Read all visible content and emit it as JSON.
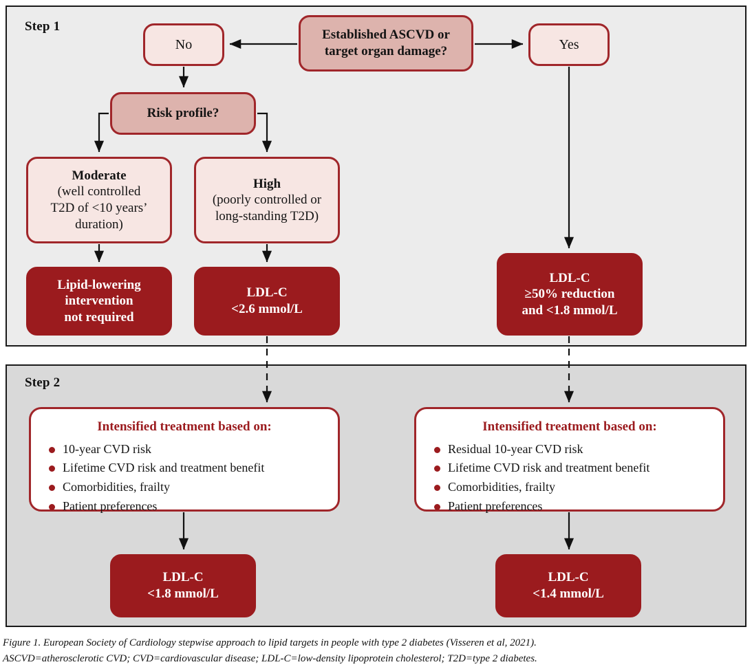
{
  "figure": {
    "caption_line1": "Figure 1. European Society of Cardiology stepwise approach to lipid targets in people with type 2 diabetes (Visseren et al, 2021).",
    "caption_line2": "ASCVD=atherosclerotic CVD; CVD=cardiovascular disease; LDL-C=low-density lipoprotein cholesterol; T2D=type 2 diabetes."
  },
  "colors": {
    "dark_red": "#9b1b1e",
    "border_red": "#a0262a",
    "light_pink": "#f7e6e3",
    "dusty_rose": "#ddb3ad",
    "panel_step1_bg": "#ececec",
    "panel_step2_bg": "#d9d9d9",
    "frame": "#1a1a1a",
    "white": "#ffffff"
  },
  "step1": {
    "label": "Step 1",
    "question": {
      "line1": "Established ASCVD or",
      "line2": "target organ damage?"
    },
    "answer_no": "No",
    "answer_yes": "Yes",
    "risk_question": "Risk profile?",
    "moderate": {
      "title": "Moderate",
      "line1": "(well controlled",
      "line2": "T2D of <10 years’",
      "line3": "duration)"
    },
    "high": {
      "title": "High",
      "line1": "(poorly controlled or",
      "line2": "long-standing T2D)"
    },
    "outcome_none": {
      "line1": "Lipid-lowering",
      "line2": "intervention",
      "line3": "not required"
    },
    "outcome_26": {
      "line1": "LDL-C",
      "line2": "<2.6 mmol/L"
    },
    "outcome_ascvd": {
      "line1": "LDL-C",
      "line2": "≥50% reduction",
      "line3": "and <1.8 mmol/L"
    }
  },
  "step2": {
    "label": "Step 2",
    "left_panel": {
      "heading": "Intensified treatment based on:",
      "bullets": [
        "10-year CVD risk",
        "Lifetime CVD risk and treatment benefit",
        "Comorbidities, frailty",
        "Patient preferences"
      ]
    },
    "right_panel": {
      "heading": "Intensified treatment based on:",
      "bullets": [
        "Residual 10-year CVD risk",
        "Lifetime CVD risk and treatment benefit",
        "Comorbidities, frailty",
        "Patient preferences"
      ]
    },
    "outcome_left": {
      "line1": "LDL-C",
      "line2": "<1.8 mmol/L"
    },
    "outcome_right": {
      "line1": "LDL-C",
      "line2": "<1.4 mmol/L"
    }
  },
  "chart_data": {
    "type": "flowchart",
    "title": "ESC stepwise approach to lipid targets in type 2 diabetes",
    "nodes": [
      {
        "id": "q-ascvd",
        "label": "Established ASCVD or target organ damage?",
        "shape": "rounded",
        "style": "dusty-rose",
        "step": 1
      },
      {
        "id": "a-no",
        "label": "No",
        "shape": "rounded",
        "style": "light-pink",
        "step": 1
      },
      {
        "id": "a-yes",
        "label": "Yes",
        "shape": "rounded",
        "style": "light-pink",
        "step": 1
      },
      {
        "id": "q-risk",
        "label": "Risk profile?",
        "shape": "rounded",
        "style": "dusty-rose",
        "step": 1
      },
      {
        "id": "r-moderate",
        "label": "Moderate (well controlled T2D of <10 years’ duration)",
        "shape": "rounded",
        "style": "light-pink",
        "step": 1
      },
      {
        "id": "r-high",
        "label": "High (poorly controlled or long-standing T2D)",
        "shape": "rounded",
        "style": "light-pink",
        "step": 1
      },
      {
        "id": "o-none",
        "label": "Lipid-lowering intervention not required",
        "shape": "rounded",
        "style": "dark-red",
        "step": 1
      },
      {
        "id": "o-26",
        "label": "LDL-C <2.6 mmol/L",
        "shape": "rounded",
        "style": "dark-red",
        "step": 1
      },
      {
        "id": "o-ascvd",
        "label": "LDL-C ≥50% reduction and <1.8 mmol/L",
        "shape": "rounded",
        "style": "dark-red",
        "step": 1
      },
      {
        "id": "i-left",
        "label": "Intensified treatment based on: 10-year CVD risk; Lifetime CVD risk and treatment benefit; Comorbidities, frailty; Patient preferences",
        "shape": "rounded",
        "style": "white",
        "step": 2
      },
      {
        "id": "i-right",
        "label": "Intensified treatment based on: Residual 10-year CVD risk; Lifetime CVD risk and treatment benefit; Comorbidities, frailty; Patient preferences",
        "shape": "rounded",
        "style": "white",
        "step": 2
      },
      {
        "id": "o-18",
        "label": "LDL-C <1.8 mmol/L",
        "shape": "rounded",
        "style": "dark-red",
        "step": 2
      },
      {
        "id": "o-14",
        "label": "LDL-C <1.4 mmol/L",
        "shape": "rounded",
        "style": "dark-red",
        "step": 2
      }
    ],
    "edges": [
      {
        "from": "q-ascvd",
        "to": "a-no",
        "style": "solid",
        "direction": "left"
      },
      {
        "from": "q-ascvd",
        "to": "a-yes",
        "style": "solid",
        "direction": "right"
      },
      {
        "from": "a-no",
        "to": "q-risk",
        "style": "solid",
        "direction": "down"
      },
      {
        "from": "q-risk",
        "to": "r-moderate",
        "style": "solid",
        "direction": "down-left"
      },
      {
        "from": "q-risk",
        "to": "r-high",
        "style": "solid",
        "direction": "down-right"
      },
      {
        "from": "r-moderate",
        "to": "o-none",
        "style": "solid",
        "direction": "down"
      },
      {
        "from": "r-high",
        "to": "o-26",
        "style": "solid",
        "direction": "down"
      },
      {
        "from": "a-yes",
        "to": "o-ascvd",
        "style": "solid",
        "direction": "down"
      },
      {
        "from": "o-26",
        "to": "i-left",
        "style": "dashed",
        "direction": "down"
      },
      {
        "from": "o-ascvd",
        "to": "i-right",
        "style": "dashed",
        "direction": "down"
      },
      {
        "from": "i-left",
        "to": "o-18",
        "style": "solid",
        "direction": "down"
      },
      {
        "from": "i-right",
        "to": "o-14",
        "style": "solid",
        "direction": "down"
      }
    ]
  }
}
